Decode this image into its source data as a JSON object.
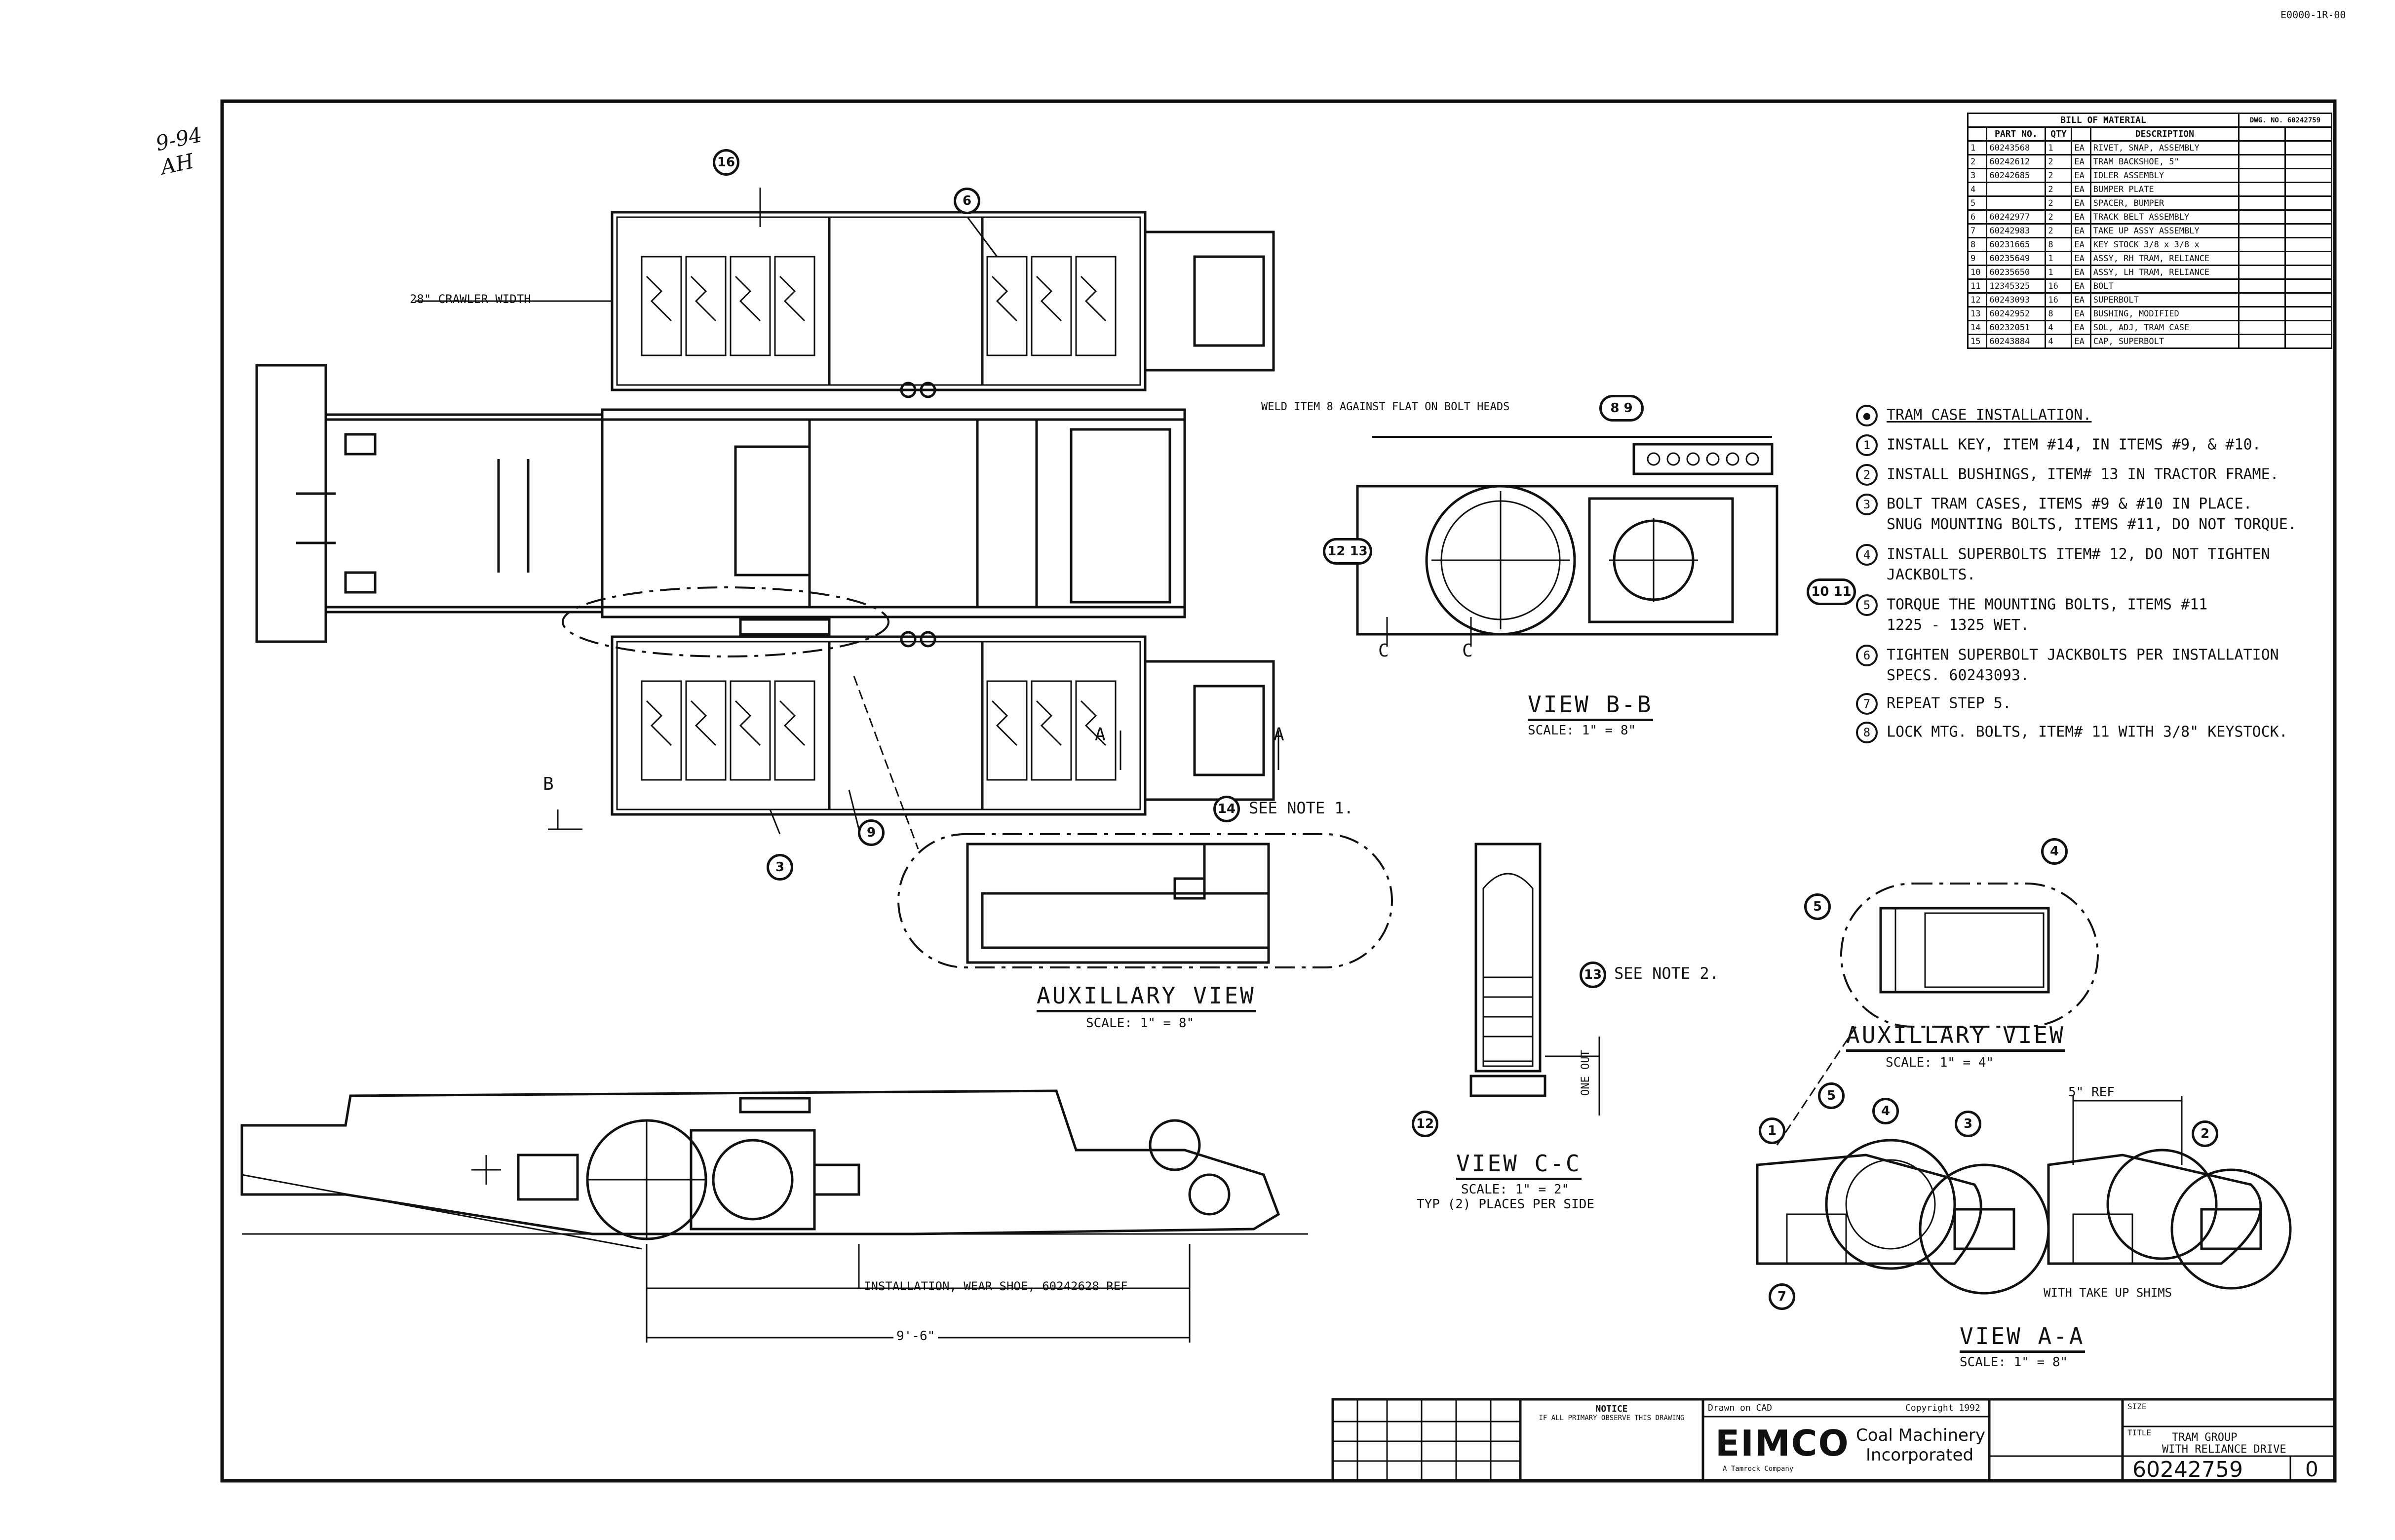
{
  "corner_stamp": "E0000-1R-00",
  "margin_note": "9-94 AH",
  "bill_of_material": {
    "title": "BILL OF MATERIAL",
    "dwg_no_label": "DWG. NO.",
    "dwg_no": "60242759",
    "columns": [
      "",
      "PART NO.",
      "QTY",
      "",
      "DESCRIPTION",
      "",
      ""
    ],
    "rows": [
      [
        "1",
        "60243568",
        "1",
        "EA",
        "RIVET, SNAP, ASSEMBLY",
        "",
        ""
      ],
      [
        "2",
        "60242612",
        "2",
        "EA",
        "TRAM BACKSHOE, 5\"",
        "",
        ""
      ],
      [
        "3",
        "60242685",
        "2",
        "EA",
        "IDLER ASSEMBLY",
        "",
        ""
      ],
      [
        "4",
        "",
        "2",
        "EA",
        "BUMPER PLATE",
        "",
        ""
      ],
      [
        "5",
        "",
        "2",
        "EA",
        "SPACER, BUMPER",
        "",
        ""
      ],
      [
        "6",
        "60242977",
        "2",
        "EA",
        "TRACK BELT ASSEMBLY",
        "",
        ""
      ],
      [
        "7",
        "60242983",
        "2",
        "EA",
        "TAKE UP ASSY ASSEMBLY",
        "",
        ""
      ],
      [
        "8",
        "60231665",
        "8",
        "EA",
        "KEY STOCK 3/8 x 3/8 x",
        "",
        ""
      ],
      [
        "9",
        "60235649",
        "1",
        "EA",
        "ASSY, RH TRAM, RELIANCE",
        "",
        ""
      ],
      [
        "10",
        "60235650",
        "1",
        "EA",
        "ASSY, LH TRAM, RELIANCE",
        "",
        ""
      ],
      [
        "11",
        "12345325",
        "16",
        "EA",
        "BOLT",
        "",
        ""
      ],
      [
        "12",
        "60243093",
        "16",
        "EA",
        "SUPERBOLT",
        "",
        ""
      ],
      [
        "13",
        "60242952",
        "8",
        "EA",
        "BUSHING, MODIFIED",
        "",
        ""
      ],
      [
        "14",
        "60232051",
        "4",
        "EA",
        "SOL, ADJ, TRAM CASE",
        "",
        ""
      ],
      [
        "15",
        "60243884",
        "4",
        "EA",
        "CAP, SUPERBOLT",
        "",
        ""
      ]
    ]
  },
  "labels": {
    "crawler_width": "28\" CRAWLER WIDTH",
    "weld_note": "WELD ITEM 8 AGAINST FLAT ON BOLT HEADS",
    "see_note_1": "SEE NOTE 1.",
    "see_note_2": "SEE NOTE 2.",
    "wear_shoe": "INSTALLATION, WEAR SHOE, 60242628 REF",
    "length_dim": "9'-6\"",
    "shim_note": "WITH TAKE UP SHIMS",
    "ref_dim": "5\" REF",
    "sect_b": "B",
    "sect_a": "A",
    "sect_c": "C",
    "callout_16": "16",
    "callout_6": "6",
    "callout_3": "3",
    "callout_9": "9",
    "callout_14": "14",
    "callout_13": "13",
    "callout_12": "12",
    "callout_4": "4",
    "callout_5": "5",
    "callout_1": "1",
    "callout_2": "2",
    "callout_7": "7",
    "callout_1213": "12 13",
    "callout_1011": "10 11",
    "callout_89": "8 9",
    "vert_dim": "ONE OUT"
  },
  "views": {
    "aux1_title": "AUXILLARY VIEW",
    "aux1_scale": "SCALE: 1\" = 8\"",
    "bb_title": "VIEW B-B",
    "bb_scale": "SCALE: 1\" = 8\"",
    "cc_title": "VIEW C-C",
    "cc_scale": "SCALE: 1\" = 2\"",
    "cc_sub": "TYP (2) PLACES PER SIDE",
    "aux2_title": "AUXILLARY VIEW",
    "aux2_scale": "SCALE: 1\" = 4\"",
    "aa_title": "VIEW A-A",
    "aa_scale": "SCALE: 1\" = 8\""
  },
  "notes": {
    "header": "TRAM CASE INSTALLATION.",
    "n1": "INSTALL KEY, ITEM #14, IN ITEMS #9, & #10.",
    "n2": "INSTALL BUSHINGS, ITEM# 13 IN TRACTOR FRAME.",
    "n3a": "BOLT TRAM CASES, ITEMS #9 & #10 IN PLACE.",
    "n3b": "SNUG MOUNTING BOLTS, ITEMS #11, DO NOT TORQUE.",
    "n4a": "INSTALL SUPERBOLTS ITEM# 12, DO NOT TIGHTEN",
    "n4b": "JACKBOLTS.",
    "n5a": "TORQUE THE MOUNTING BOLTS, ITEMS #11",
    "n5b": "1225 - 1325 WET.",
    "n6a": "TIGHTEN SUPERBOLT JACKBOLTS PER INSTALLATION",
    "n6b": "SPECS. 60243093.",
    "n7": "REPEAT STEP 5.",
    "n8": "LOCK MTG. BOLTS, ITEM# 11 WITH 3/8\" KEYSTOCK."
  },
  "title_block": {
    "notice_title": "NOTICE",
    "notice_text": "IF ALL PRIMARY OBSERVE THIS DRAWING",
    "drawn_on": "Drawn on CAD",
    "copyright": "Copyright 1992",
    "company_logo": "EIMCO",
    "company_name_1": "Coal Machinery",
    "company_name_2": "Incorporated",
    "company_sub": "A Tamrock Company",
    "size": "SIZE",
    "title_1": "TITLE",
    "title_2": "TRAM GROUP",
    "title_3": "WITH RELIANCE DRIVE",
    "dwg_number": "60242759",
    "rev": "0"
  },
  "colors": {
    "ink": "#111111",
    "paper": "#ffffff"
  }
}
